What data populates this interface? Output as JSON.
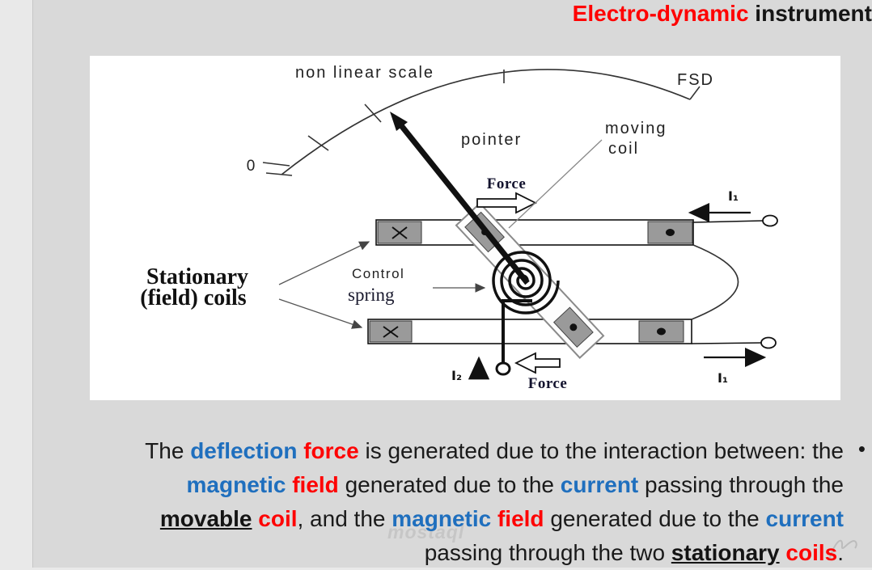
{
  "title": {
    "highlight": "Electro-dynamic",
    "rest": " instrument"
  },
  "diagram": {
    "scale_label": "non linear scale",
    "fsd_label": "FSD",
    "zero_label": "0",
    "pointer_label": "pointer",
    "moving_coil_label_line1": "moving",
    "moving_coil_label_line2": "coil",
    "force_top_label": "Force",
    "force_bottom_label": "Force",
    "current_top_label": "I₁",
    "current_bottom_label": "I₁",
    "moving_coil_current_label": "I₂",
    "stationary_label_line1": "Stationary",
    "stationary_label_line2": "(field) coils",
    "control_label": "Control",
    "spring_label": "spring"
  },
  "body": {
    "bullet": "•",
    "line1": [
      "The ",
      "deflection ",
      "force ",
      "is generated due to the interaction between: the"
    ],
    "line2": [
      "magnetic ",
      "field ",
      "generated due to the ",
      "current ",
      "passing through the"
    ],
    "line3": [
      "movable",
      " ",
      "coil",
      ", and the ",
      "magnetic ",
      "field ",
      "generated due to the ",
      "current"
    ],
    "line4": [
      "passing through the two ",
      "stationary",
      " ",
      "coils",
      "."
    ]
  },
  "watermark": {
    "text": "mostaql"
  },
  "colors": {
    "accent_blue": "#1f6fbe",
    "accent_red": "#fe0404",
    "title_red": "#ff0000",
    "slide_background": "#d9d9d9",
    "panel_background": "#ffffff",
    "coil_gray": "#9a9a9a"
  }
}
